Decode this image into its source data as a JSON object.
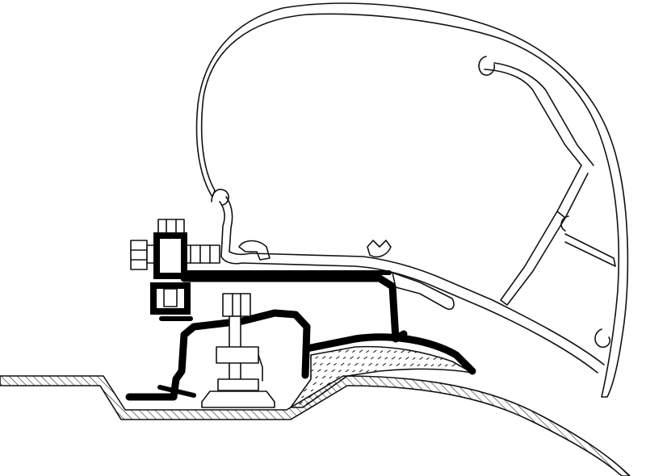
{
  "diagram": {
    "components": [
      "awning-housing-profile",
      "roof-adapter-rail",
      "mounting-bolt",
      "clamp-bolt",
      "sealing-wedge",
      "vehicle-roof-panel"
    ],
    "colors": {
      "line": "#111111",
      "background": "#ffffff"
    }
  }
}
